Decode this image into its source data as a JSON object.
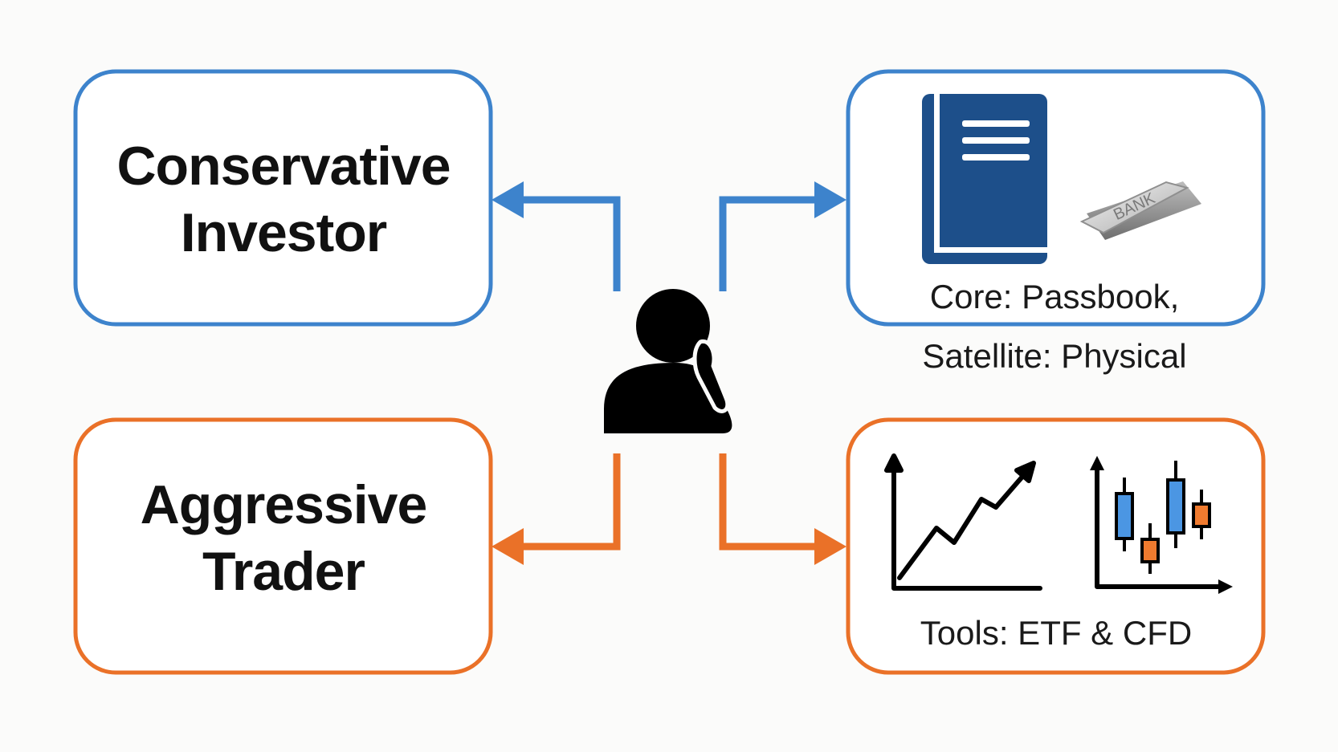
{
  "colors": {
    "blue": "#3d83cc",
    "orange": "#ea7128",
    "navy": "#1d4f8a",
    "background": "#fbfbfa",
    "text": "#111111"
  },
  "center": {
    "icon": "person-thinking-icon"
  },
  "conservative": {
    "title_line1": "Conservative",
    "title_line2": "Investor"
  },
  "aggressive": {
    "title_line1": "Aggressive",
    "title_line2": "Trader"
  },
  "core": {
    "caption_line1": "Core: Passbook,",
    "caption_line2": "Satellite: Physical",
    "icons": [
      "passbook-icon",
      "bank-bar-icon"
    ],
    "bar_label": "BANK"
  },
  "tools": {
    "caption": "Tools: ETF & CFD",
    "icons": [
      "line-chart-icon",
      "candlestick-chart-icon"
    ]
  }
}
